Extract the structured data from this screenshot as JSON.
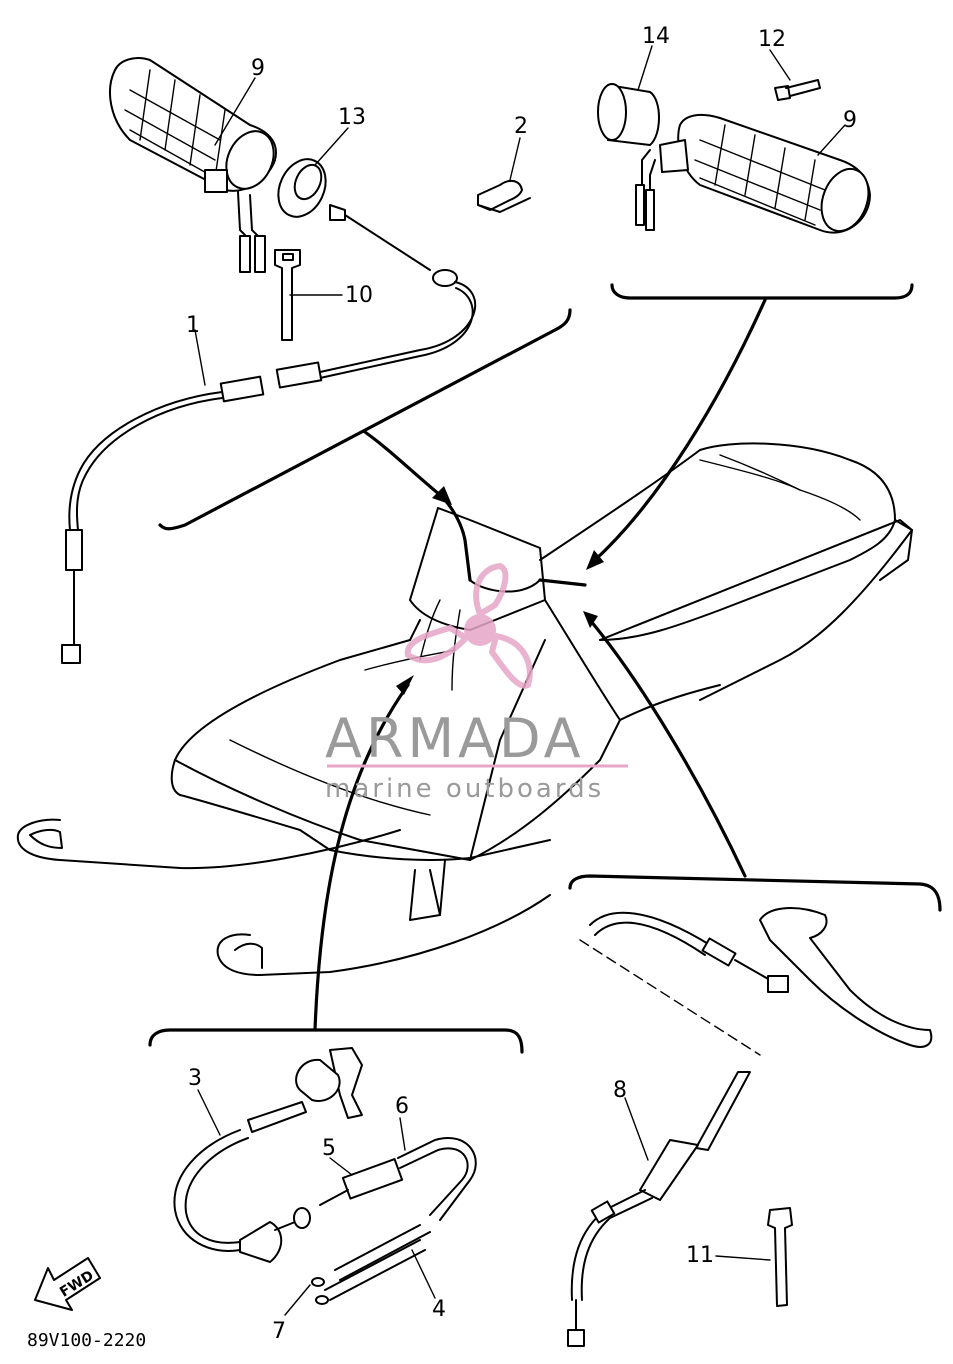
{
  "figure_code": "89V100-2220",
  "direction_label": "FWD",
  "watermark": {
    "brand": "ARMADA",
    "tagline": "marine outboards",
    "brand_color": "#e6a6c8",
    "text_color": "#9a9a9a"
  },
  "callouts": [
    "1",
    "2",
    "3",
    "4",
    "5",
    "6",
    "7",
    "8",
    "9",
    "9",
    "10",
    "11",
    "12",
    "13",
    "14"
  ]
}
